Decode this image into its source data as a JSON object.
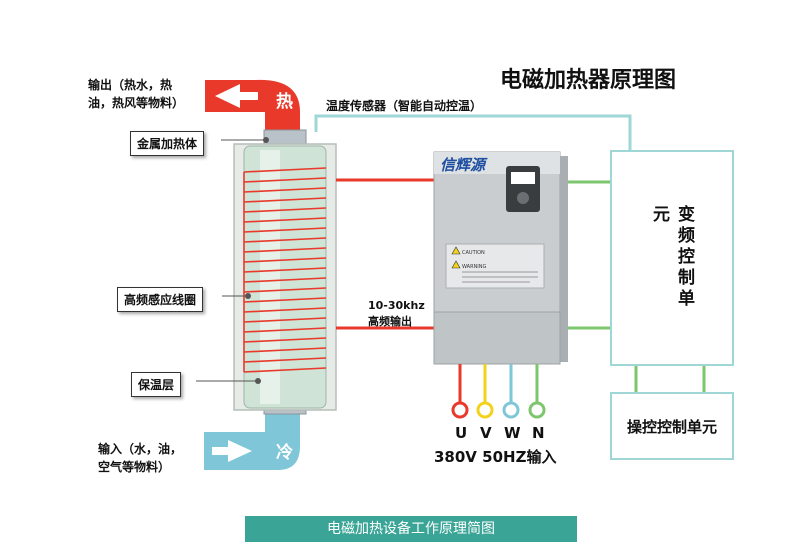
{
  "title": "电磁加热器原理图",
  "output_label": "输出（热水，热油，热风等物料）",
  "output_label_line1": "输出（热水，热",
  "output_label_line2": "油，热风等物料）",
  "hot_label": "热",
  "cold_label": "冷",
  "input_label_line1": "输入（水，油，",
  "input_label_line2": "空气等物料）",
  "callouts": {
    "metal_body": "金属加热体",
    "coil": "高频感应线圈",
    "insulation": "保温层"
  },
  "sensor_label": "温度传感器（智能自动控温）",
  "hf_output_line1": "10-30khz",
  "hf_output_line2": "高频输出",
  "device_brand": "信辉源",
  "device_plate_lines": [
    "CAUTION",
    "WARNING"
  ],
  "inverter_unit": "变频控制单元",
  "operation_unit": "操控控制单元",
  "terminals": [
    "U",
    "V",
    "W",
    "N"
  ],
  "terminal_colors": [
    "#e8392a",
    "#f2d21a",
    "#7ec6d8",
    "#5cb85c"
  ],
  "power_label": "380V 50HZ输入",
  "caption": "电磁加热设备工作原理简图",
  "colors": {
    "hot_pipe": "#e8392a",
    "cold_pipe": "#7ec6d8",
    "sensor_line": "#9fd6d6",
    "control_line": "#7cc66e",
    "coil_line": "#e8392a",
    "caption_bg": "#3aa596"
  }
}
